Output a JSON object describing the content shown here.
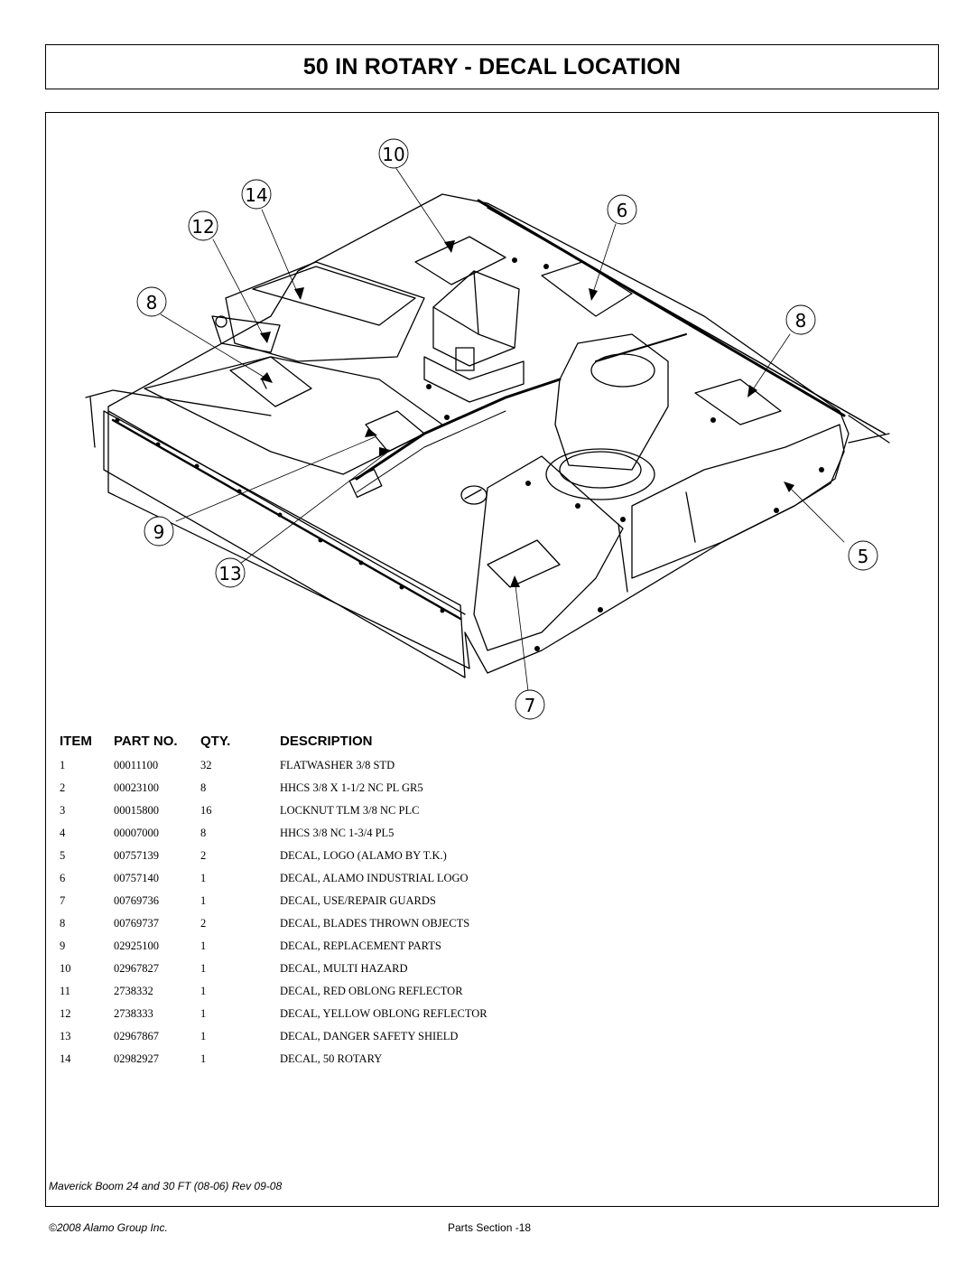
{
  "title": "50 IN ROTARY - DECAL LOCATION",
  "callouts": [
    "10",
    "14",
    "12",
    "6",
    "8",
    "8",
    "9",
    "13",
    "5",
    "7"
  ],
  "table": {
    "headers": {
      "item": "ITEM",
      "part": "PART NO.",
      "qty": "QTY.",
      "desc": "DESCRIPTION"
    },
    "rows": [
      {
        "item": "1",
        "part": "00011100",
        "qty": "32",
        "desc": "FLATWASHER 3/8 STD"
      },
      {
        "item": "2",
        "part": "00023100",
        "qty": "8",
        "desc": "HHCS 3/8 X 1-1/2 NC PL GR5"
      },
      {
        "item": "3",
        "part": "00015800",
        "qty": "16",
        "desc": "LOCKNUT TLM 3/8 NC PLC"
      },
      {
        "item": "4",
        "part": "00007000",
        "qty": "8",
        "desc": "HHCS 3/8 NC 1-3/4 PL5"
      },
      {
        "item": "5",
        "part": "00757139",
        "qty": "2",
        "desc": "DECAL, LOGO (ALAMO BY T.K.)"
      },
      {
        "item": "6",
        "part": "00757140",
        "qty": "1",
        "desc": "DECAL, ALAMO INDUSTRIAL LOGO"
      },
      {
        "item": "7",
        "part": "00769736",
        "qty": "1",
        "desc": "DECAL, USE/REPAIR GUARDS"
      },
      {
        "item": "8",
        "part": "00769737",
        "qty": "2",
        "desc": "DECAL, BLADES THROWN OBJECTS"
      },
      {
        "item": "9",
        "part": "02925100",
        "qty": "1",
        "desc": "DECAL, REPLACEMENT PARTS"
      },
      {
        "item": "10",
        "part": "02967827",
        "qty": "1",
        "desc": "DECAL, MULTI HAZARD"
      },
      {
        "item": "11",
        "part": "2738332",
        "qty": "1",
        "desc": "DECAL, RED OBLONG REFLECTOR"
      },
      {
        "item": "12",
        "part": "2738333",
        "qty": "1",
        "desc": "DECAL, YELLOW OBLONG REFLECTOR"
      },
      {
        "item": "13",
        "part": "02967867",
        "qty": "1",
        "desc": "DECAL, DANGER SAFETY SHIELD"
      },
      {
        "item": "14",
        "part": "02982927",
        "qty": "1",
        "desc": "DECAL, 50 ROTARY"
      }
    ]
  },
  "footer": {
    "manual": "Maverick Boom 24 and 30 FT (08-06) Rev 09-08",
    "copyright": "©2008 Alamo Group Inc.",
    "section": "Parts Section -18"
  }
}
